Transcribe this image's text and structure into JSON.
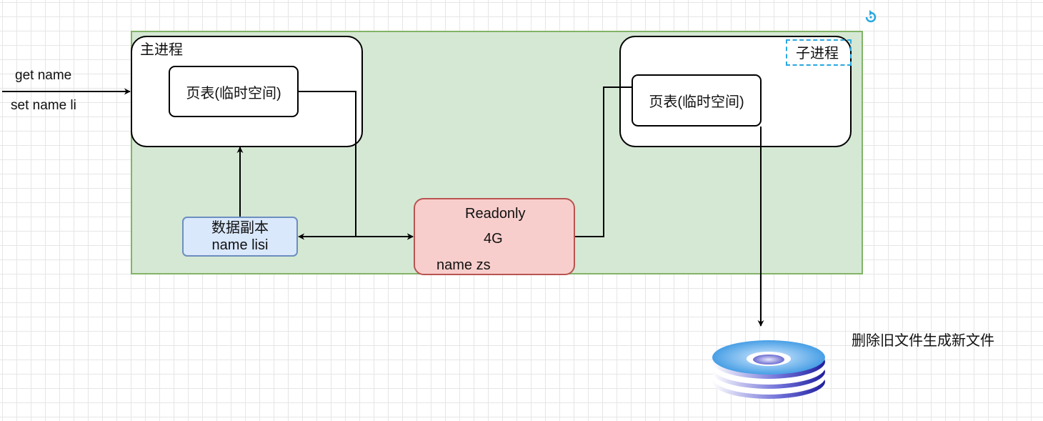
{
  "input_labels": {
    "get": "get name",
    "set": "set name li"
  },
  "main_process": {
    "title": "主进程",
    "page_table": "页表(临时空间)"
  },
  "child_process": {
    "title": "子进程",
    "page_table": "页表(临时空间)"
  },
  "data_copy": {
    "line1": "数据副本",
    "line2": "name lisi"
  },
  "readonly_block": {
    "title": "Readonly",
    "size": "4G",
    "value": "name zs"
  },
  "disk": {
    "caption": "删除旧文件生成新文件",
    "icon": "disk-icon"
  },
  "refresh_icon": "refresh-icon",
  "colors": {
    "container_fill": "#d5e8d4",
    "container_border": "#82b366",
    "copy_fill": "#dae8fc",
    "copy_border": "#6c8ebf",
    "readonly_fill": "#f8cecc",
    "readonly_border": "#b85450",
    "selection_border": "#29a8e0"
  }
}
